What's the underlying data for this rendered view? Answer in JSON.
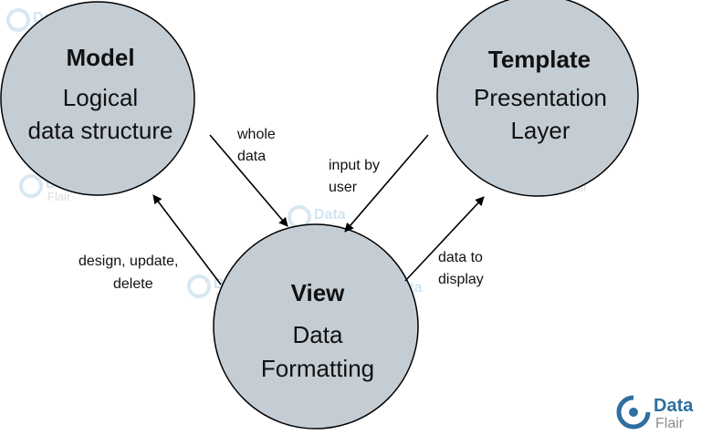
{
  "nodes": {
    "model": {
      "title": "Model",
      "lines": [
        "Logical",
        "data structure"
      ]
    },
    "template": {
      "title": "Template",
      "lines": [
        "Presentation",
        "Layer"
      ]
    },
    "view": {
      "title": "View",
      "lines": [
        "Data",
        "Formatting"
      ]
    }
  },
  "edges": {
    "model_to_view": [
      "whole",
      "data"
    ],
    "view_to_model": [
      "design, update,",
      "delete"
    ],
    "template_to_view": [
      "input by",
      "user"
    ],
    "view_to_template": [
      "data to",
      "display"
    ]
  },
  "colors": {
    "node_fill": "#c5cdd4",
    "stroke": "#000000",
    "brand_blue": "#2f6f9f"
  },
  "logo": {
    "line1": "Data",
    "line2": "Flair"
  }
}
